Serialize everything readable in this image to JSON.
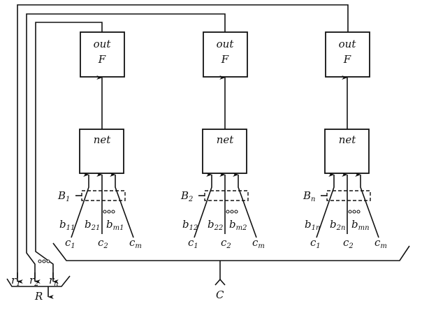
{
  "diagram": {
    "title": "",
    "units": [
      {
        "out_label": "out",
        "func_label": "F",
        "net_label": "net",
        "b_group": {
          "base": "B",
          "sub": "1"
        },
        "weights": [
          {
            "base": "b",
            "sub": "11"
          },
          {
            "base": "b",
            "sub": "21"
          },
          {
            "base": "b",
            "sub": "m1"
          }
        ],
        "inputs": [
          {
            "base": "c",
            "sub": "1"
          },
          {
            "base": "c",
            "sub": "2"
          },
          {
            "base": "c",
            "sub": "m"
          }
        ]
      },
      {
        "out_label": "out",
        "func_label": "F",
        "net_label": "net",
        "b_group": {
          "base": "B",
          "sub": "2"
        },
        "weights": [
          {
            "base": "b",
            "sub": "12"
          },
          {
            "base": "b",
            "sub": "22"
          },
          {
            "base": "b",
            "sub": "m2"
          }
        ],
        "inputs": [
          {
            "base": "c",
            "sub": "1"
          },
          {
            "base": "c",
            "sub": "2"
          },
          {
            "base": "c",
            "sub": "m"
          }
        ]
      },
      {
        "out_label": "out",
        "func_label": "F",
        "net_label": "net",
        "b_group": {
          "base": "B",
          "sub": "n"
        },
        "weights": [
          {
            "base": "b",
            "sub": "1n"
          },
          {
            "base": "b",
            "sub": "2n"
          },
          {
            "base": "b",
            "sub": "mn"
          }
        ],
        "inputs": [
          {
            "base": "c",
            "sub": "1"
          },
          {
            "base": "c",
            "sub": "2"
          },
          {
            "base": "c",
            "sub": "m"
          }
        ]
      }
    ],
    "outputs": [
      {
        "base": "r",
        "sub": "1"
      },
      {
        "base": "r",
        "sub": "2"
      },
      {
        "base": "r",
        "sub": "n"
      }
    ],
    "output_bus_label": "R",
    "input_bus_label": "C",
    "ellipsis": "∘∘∘"
  }
}
